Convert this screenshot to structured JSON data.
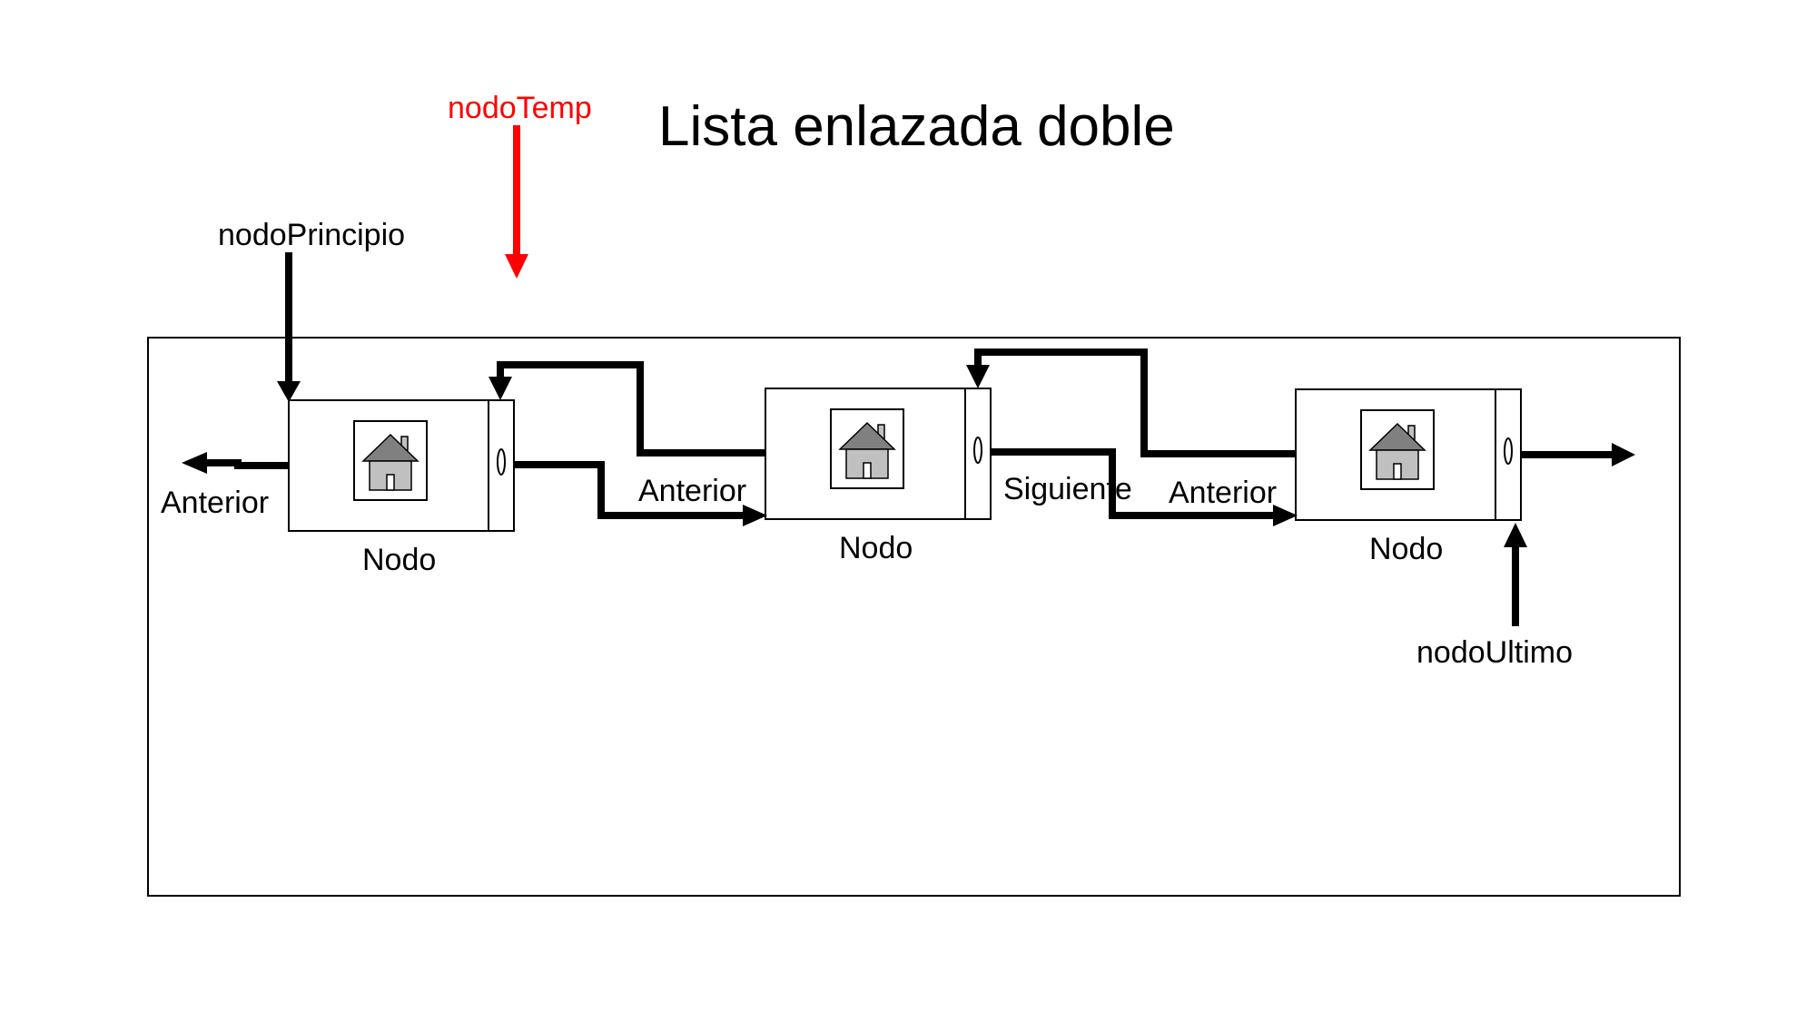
{
  "title": "Lista enlazada doble",
  "pointers": {
    "temp": "nodoTemp",
    "start": "nodoPrincipio",
    "end": "nodoUltimo"
  },
  "nodes": [
    {
      "label": "Nodo",
      "icon": "house-icon"
    },
    {
      "label": "Nodo",
      "icon": "house-icon"
    },
    {
      "label": "Nodo",
      "icon": "house-icon"
    }
  ],
  "link_labels": {
    "prev_left": "Anterior",
    "prev_1": "Anterior",
    "next_2": "Siguiente",
    "prev_2": "Anterior"
  },
  "colors": {
    "temp_pointer": "#ff0000",
    "stroke": "#000000",
    "house_roof": "#808080",
    "house_body": "#c0c0c0"
  }
}
